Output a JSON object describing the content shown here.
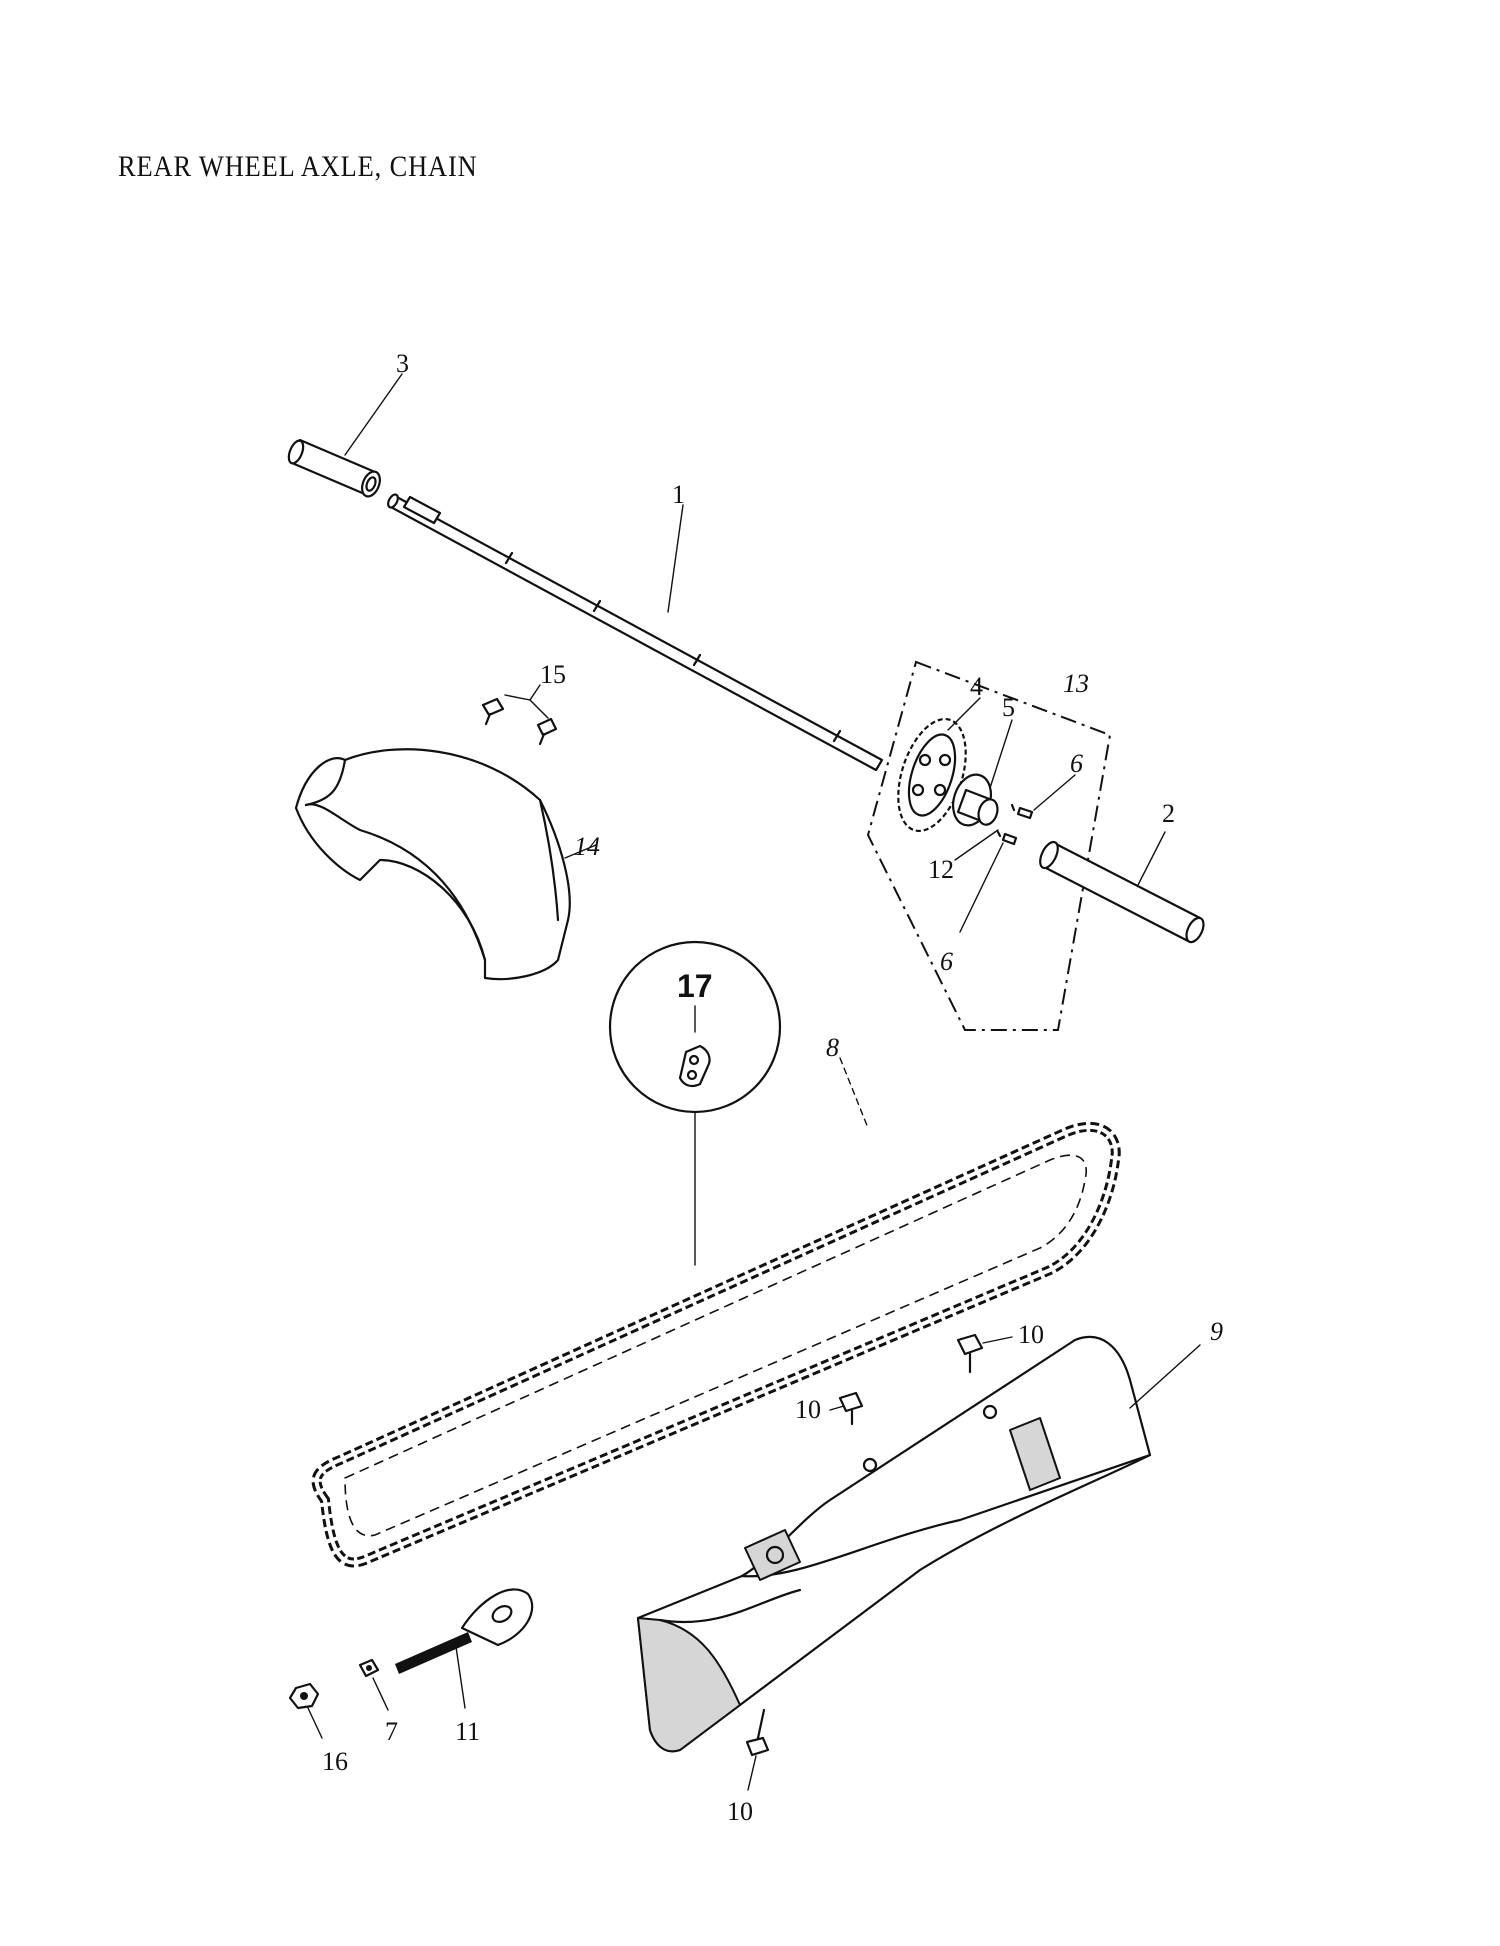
{
  "title": "REAR WHEEL AXLE, CHAIN",
  "callouts": {
    "p1": "1",
    "p2": "2",
    "p3": "3",
    "p4": "4",
    "p5": "5",
    "p6a": "6",
    "p6b": "6",
    "p7": "7",
    "p8": "8",
    "p9": "9",
    "p10a": "10",
    "p10b": "10",
    "p10c": "10",
    "p11": "11",
    "p12": "12",
    "p13": "13",
    "p14": "14",
    "p15": "15",
    "p16": "16",
    "p17": "17"
  }
}
